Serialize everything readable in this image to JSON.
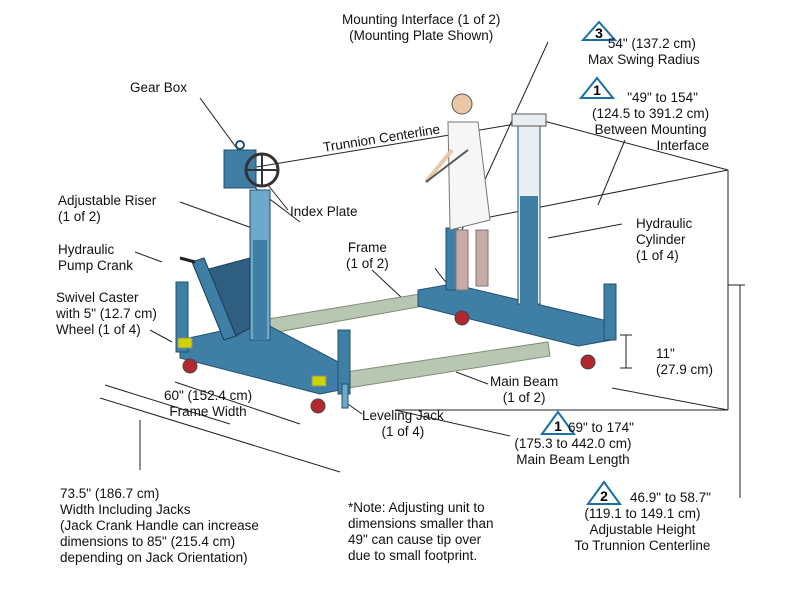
{
  "colors": {
    "frame": "#3f7fa6",
    "frame_light": "#6ea9cc",
    "main_beam": "#b9c7b2",
    "panel": "#2e5f80",
    "wheel_red": "#b3282e",
    "jack_pad": "#cfd400",
    "badge_stroke": "#1d6fa8",
    "line": "#222222"
  },
  "labels": {
    "mounting_interface": [
      "Mounting Interface (1 of 2)",
      "(Mounting Plate Shown)"
    ],
    "swing_radius": [
      "54\" (137.2 cm)",
      "Max Swing Radius"
    ],
    "gear_box": "Gear Box",
    "between_mount": [
      "\"49\" to 154\"",
      "(124.5 to 391.2 cm)",
      "Between Mounting",
      "Interface"
    ],
    "trunnion": "Trunnion Centerline",
    "adjustable_riser": [
      "Adjustable Riser",
      "(1 of 2)"
    ],
    "index_plate": "Index Plate",
    "hydraulic_cylinder": [
      "Hydraulic",
      "Cylinder",
      "(1 of 4)"
    ],
    "hydraulic_pump": [
      "Hydraulic",
      "Pump Crank"
    ],
    "frame": [
      "Frame",
      "(1 of 2)"
    ],
    "swivel_caster": [
      "Swivel Caster",
      "with 5\" (12.7 cm)",
      "Wheel (1 of 4)"
    ],
    "eleven": [
      "11\"",
      "(27.9 cm)"
    ],
    "frame_width": [
      "60\" (152.4 cm)",
      "Frame Width"
    ],
    "main_beam": [
      "Main Beam",
      "(1 of 2)"
    ],
    "leveling_jack": [
      "Leveling Jack",
      "(1 of 4)"
    ],
    "main_beam_length": [
      "69\" to 174\"",
      "(175.3 to 442.0 cm)",
      "Main Beam Length"
    ],
    "width_jacks": [
      "73.5\" (186.7 cm)",
      "Width Including Jacks",
      "(Jack Crank Handle can increase",
      "dimensions to 85\"  (215.4 cm)",
      "depending on Jack Orientation)"
    ],
    "note": [
      "*Note: Adjusting unit to",
      "dimensions smaller than",
      "49\" can cause tip over",
      "due to small footprint."
    ],
    "adjustable_height": [
      "46.9\" to 58.7\"",
      "(119.1 to 149.1 cm)",
      "Adjustable Height",
      "To Trunnion Centerline"
    ]
  },
  "badges": {
    "swing": "3",
    "between": "1",
    "beam_length": "1",
    "height": "2"
  }
}
